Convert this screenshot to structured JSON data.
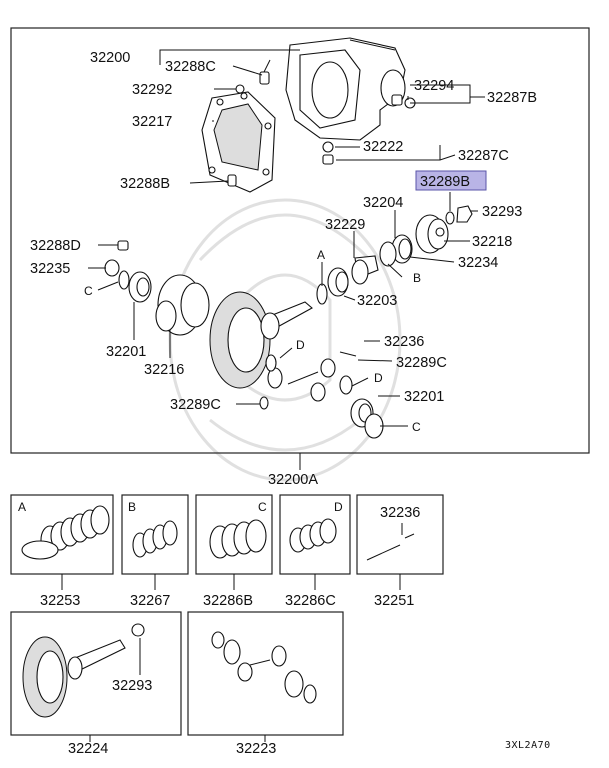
{
  "labels": {
    "p32200": "32200",
    "p32288C": "32288C",
    "p32292": "32292",
    "p32217": "32217",
    "p32288B": "32288B",
    "p32294": "32294",
    "p32287B": "32287B",
    "p32222": "32222",
    "p32287C": "32287C",
    "p32289B": "32289B",
    "p32293a": "32293",
    "p32204": "32204",
    "p32229": "32229",
    "p32218": "32218",
    "p32234": "32234",
    "p32288D": "32288D",
    "p32235": "32235",
    "p32203": "32203",
    "p32201a": "32201",
    "p32216": "32216",
    "p32236a": "32236",
    "p32289C": "32289C",
    "p32289C2": "32289C",
    "p32201b": "32201",
    "p32200A": "32200A",
    "p32253": "32253",
    "p32267": "32267",
    "p32286B": "32286B",
    "p32286C": "32286C",
    "p32251": "32251",
    "p32236b": "32236",
    "p32293b": "32293",
    "p32224": "32224",
    "p32223": "32223"
  },
  "letters": {
    "A1": "A",
    "B1": "B",
    "C1": "C",
    "C2": "C",
    "D1": "D",
    "D2": "D",
    "boxA": "A",
    "boxB": "B",
    "boxC": "C",
    "boxD": "D"
  },
  "highlight": {
    "part": "32289B",
    "color": "#b9b4e6"
  },
  "code": "3XL2A70"
}
